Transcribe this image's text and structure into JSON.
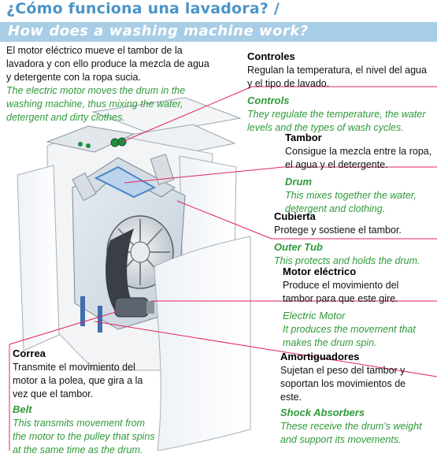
{
  "title_es": "¿Cómo funciona una lavadora? /",
  "title_en": "How does a washing machine work?",
  "intro": {
    "es": [
      "El motor eléctrico mueve el tambor de la",
      "lavadora y con ello produce la mezcla de agua",
      "y detergente con la ropa sucia."
    ],
    "en": [
      "The electric motor moves the drum in the",
      "washing machine, thus mixing the water,",
      "detergent and dirty clothes."
    ]
  },
  "labels": {
    "controles": {
      "title": "Controles",
      "es": [
        "Regulan la temperatura, el nivel del agua",
        "y el tipo de lavado."
      ],
      "en_title": "Controls",
      "en": [
        "They regulate the temperature, the water",
        "levels and the types of wash cycles."
      ]
    },
    "tambor": {
      "title": "Tambor",
      "es": [
        "Consigue la mezcla entre la ropa,",
        "el agua y el detergente."
      ],
      "en_title": "Drum",
      "en": [
        "This mixes together the water,",
        "detergent and clothing."
      ]
    },
    "cubierta": {
      "title": "Cubierta",
      "es": [
        "Protege y sostiene el tambor."
      ],
      "en_title": "Outer Tub",
      "en": [
        "This protects and holds the drum."
      ]
    },
    "motor": {
      "title": "Motor eléctrico",
      "es": [
        "Produce el movimiento del",
        "tambor para que este gire."
      ],
      "en_title": "Electric Motor",
      "en": [
        "It produces the movement that",
        "makes the drum spin."
      ]
    },
    "amortiguadores": {
      "title": "Amortiguadores",
      "es": [
        "Sujetan el peso del tambor y",
        "soportan los movimientos de",
        "este."
      ],
      "en_title": "Shock Absorbers",
      "en": [
        "These receive the drum's weight",
        "and support its movements."
      ]
    },
    "correa": {
      "title": "Correa",
      "es": [
        "Transmite el movimiento del",
        "motor a la polea, que gira a la",
        "vez que el tambor."
      ],
      "en_title": "Belt",
      "en": [
        "This transmits movement from",
        "the motor to the pulley that spins",
        "at the same time as the drum."
      ]
    }
  },
  "colors": {
    "title": "#4a94c8",
    "banner": "#a8cde6",
    "english": "#2f9a3a",
    "leader": "#e0245e"
  }
}
